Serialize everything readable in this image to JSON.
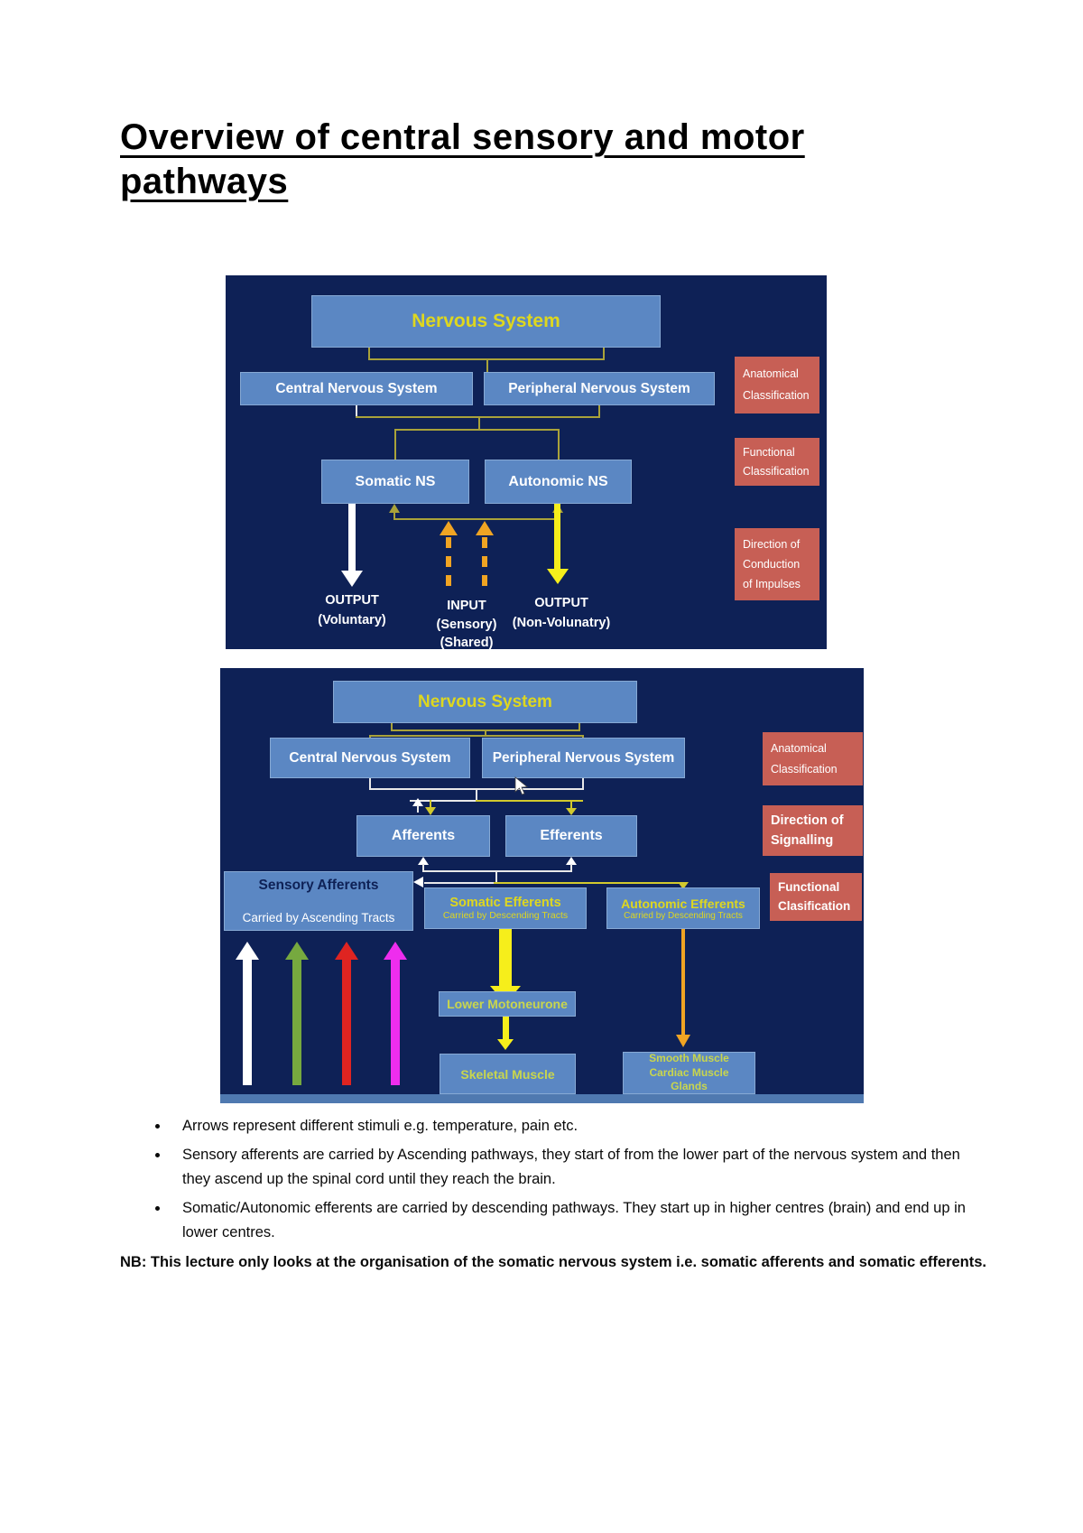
{
  "colors": {
    "navy": "#0e2156",
    "box_blue": "#5b87c3",
    "box_blue_border": "#87a9d4",
    "red_box": "#c75f55",
    "yellow_text": "#ded71f",
    "olive": "#a9a23a",
    "line_yellow": "#d2c92d",
    "orange": "#f0a423",
    "yellow_arrow": "#f6ee1b",
    "green_arrow": "#76a93f",
    "red_arrow": "#df2421",
    "magenta_arrow": "#ee2dee",
    "limegreen_text": "#c9d64d",
    "strip_blue": "#4f79b0"
  },
  "document": {
    "title": "Overview of central sensory and motor pathways"
  },
  "slide1": {
    "nervous_system": "Nervous System",
    "cns": "Central Nervous System",
    "pns": "Peripheral Nervous System",
    "somatic": "Somatic NS",
    "autonomic": "Autonomic NS",
    "output_left": {
      "line1": "OUTPUT",
      "line2": "(Voluntary)"
    },
    "input": {
      "line1": "INPUT",
      "line2": "(Sensory)",
      "line3": "(Shared)"
    },
    "output_right": {
      "line1": "OUTPUT",
      "line2": "(Non-Volunatry)"
    },
    "side": {
      "anatomical": {
        "line1": "Anatomical",
        "line2": "Classification"
      },
      "functional": {
        "line1": "Functional",
        "line2": "Classification"
      },
      "direction": {
        "line1": "Direction of",
        "line2": "Conduction",
        "line3": "of Impulses"
      }
    }
  },
  "slide2": {
    "nervous_system": "Nervous System",
    "cns": "Central Nervous System",
    "pns": "Peripheral Nervous System",
    "afferents": "Afferents",
    "efferents": "Efferents",
    "sensory_afferents": {
      "title": "Sensory Afferents",
      "subtitle": "Carried by Ascending Tracts"
    },
    "somatic_efferents": {
      "title": "Somatic Efferents",
      "subtitle": "Carried by Descending Tracts"
    },
    "autonomic_efferents": {
      "title": "Autonomic Efferents",
      "subtitle": "Carried by Descending Tracts"
    },
    "lower_motoneurone": "Lower Motoneurone",
    "skeletal_muscle": "Skeletal Muscle",
    "smooth_muscle": {
      "line1": "Smooth Muscle",
      "line2": "Cardiac Muscle",
      "line3": "Glands"
    },
    "side": {
      "anatomical": {
        "line1": "Anatomical",
        "line2": "Classification"
      },
      "direction": {
        "line1": "Direction of",
        "line2": "Signalling"
      },
      "functional": {
        "line1": "Functional",
        "line2": "Clasification"
      }
    }
  },
  "notes": {
    "bullets": [
      "Arrows represent different stimuli e.g. temperature, pain etc.",
      "Sensory afferents are carried by Ascending pathways, they start of from the lower part of the nervous system and then they ascend up the spinal cord until they reach the brain.",
      "Somatic/Autonomic efferents are carried by descending pathways. They start up in higher centres (brain) and end up in lower centres."
    ],
    "nb": "NB: This lecture only looks at the organisation of the somatic nervous system i.e. somatic afferents and somatic efferents."
  }
}
